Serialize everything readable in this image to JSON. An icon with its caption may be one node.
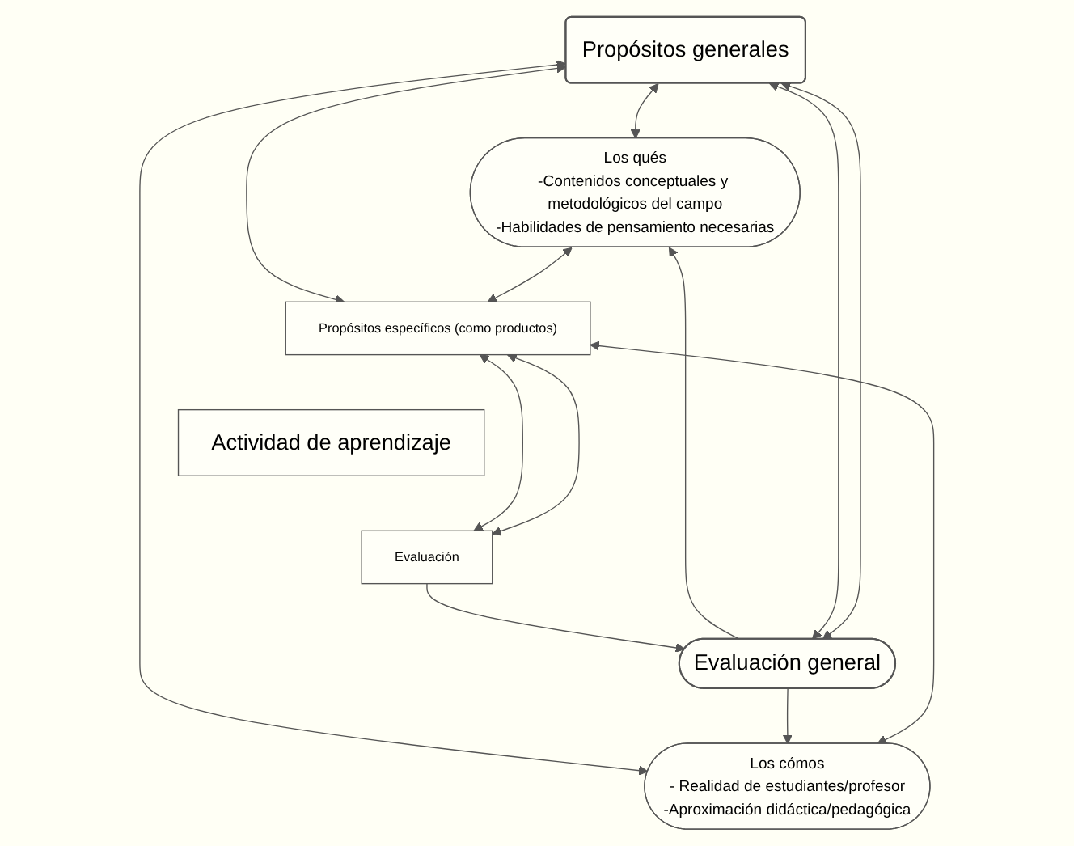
{
  "diagram": {
    "nodes": [
      {
        "text": [
          "Propósitos generales"
        ]
      },
      {
        "text": [
          "Los qués",
          "-Contenidos conceptuales y metodológicos del campo",
          "-Habilidades de pensamiento necesarias"
        ]
      },
      {
        "text": [
          "Los cómos",
          "- Realidad de estudiantes/profesor",
          "-Aproximación didáctica/pedagógica"
        ]
      },
      {
        "text": [
          "Propósitos específicos (como productos)"
        ]
      },
      {
        "text": [
          "Actividad de aprendizaje"
        ]
      },
      {
        "text": [
          "Evaluación"
        ]
      },
      {
        "text": [
          "Evaluación general"
        ]
      }
    ],
    "edges": [
      {
        "from": 0,
        "to": 1,
        "arrow": "both"
      },
      {
        "from": 0,
        "to": 2,
        "arrow": "both"
      },
      {
        "from": 0,
        "to": 3,
        "arrow": "both"
      },
      {
        "from": 1,
        "to": 3,
        "arrow": "both"
      },
      {
        "from": 2,
        "to": 3,
        "arrow": "both"
      },
      {
        "from": 3,
        "to": 5,
        "arrow": "both"
      },
      {
        "from": 3,
        "to": 5,
        "arrow": "both"
      },
      {
        "from": 5,
        "to": 6,
        "arrow": "to"
      },
      {
        "from": 6,
        "to": 1,
        "arrow": "to"
      },
      {
        "from": 6,
        "to": 2,
        "arrow": "to"
      },
      {
        "from": 6,
        "to": 0,
        "arrow": "both"
      },
      {
        "from": 6,
        "to": 0,
        "arrow": "both"
      }
    ]
  }
}
